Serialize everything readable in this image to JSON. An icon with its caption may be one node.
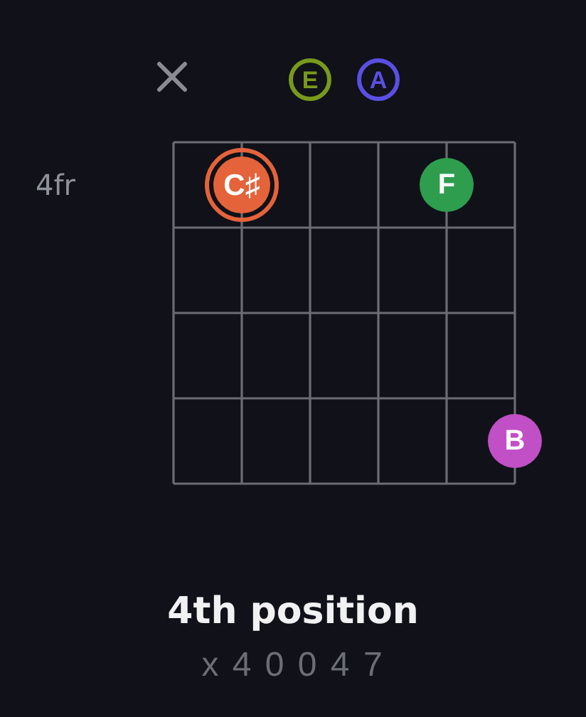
{
  "diagram": {
    "title": "4th position",
    "nodes": [
      {
        "text": [
          "E"
        ]
      },
      {
        "text": [
          "A"
        ]
      },
      {
        "text": [
          "C♯"
        ]
      },
      {
        "text": [
          "F"
        ]
      },
      {
        "text": [
          "B"
        ]
      }
    ],
    "labels": [
      "4fr",
      "x 4 0 0 4 7"
    ]
  }
}
